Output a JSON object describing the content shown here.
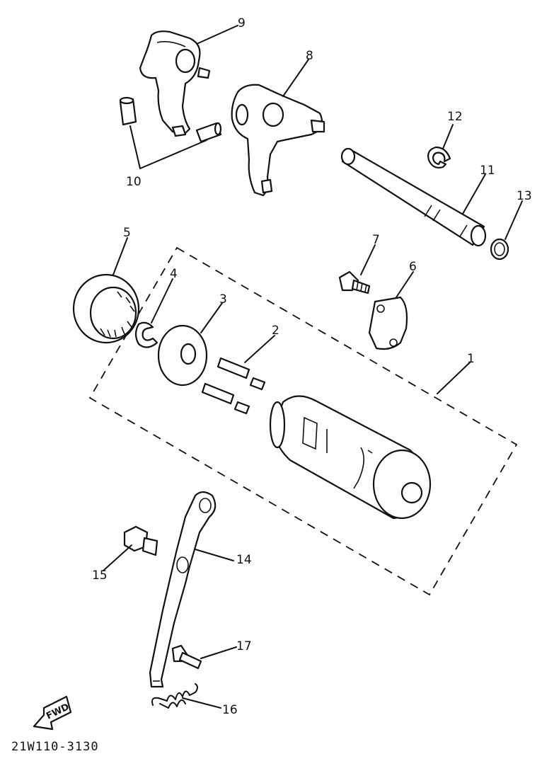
{
  "diagram": {
    "drawing_code": "21W110-3130",
    "fwd_label": "FWD",
    "callouts": {
      "1": "1",
      "2": "2",
      "3": "3",
      "4": "4",
      "5": "5",
      "6": "6",
      "7": "7",
      "8": "8",
      "9": "9",
      "10": "10",
      "11": "11",
      "12": "12",
      "13": "13",
      "14": "14",
      "15": "15",
      "16": "16",
      "17": "17"
    }
  }
}
